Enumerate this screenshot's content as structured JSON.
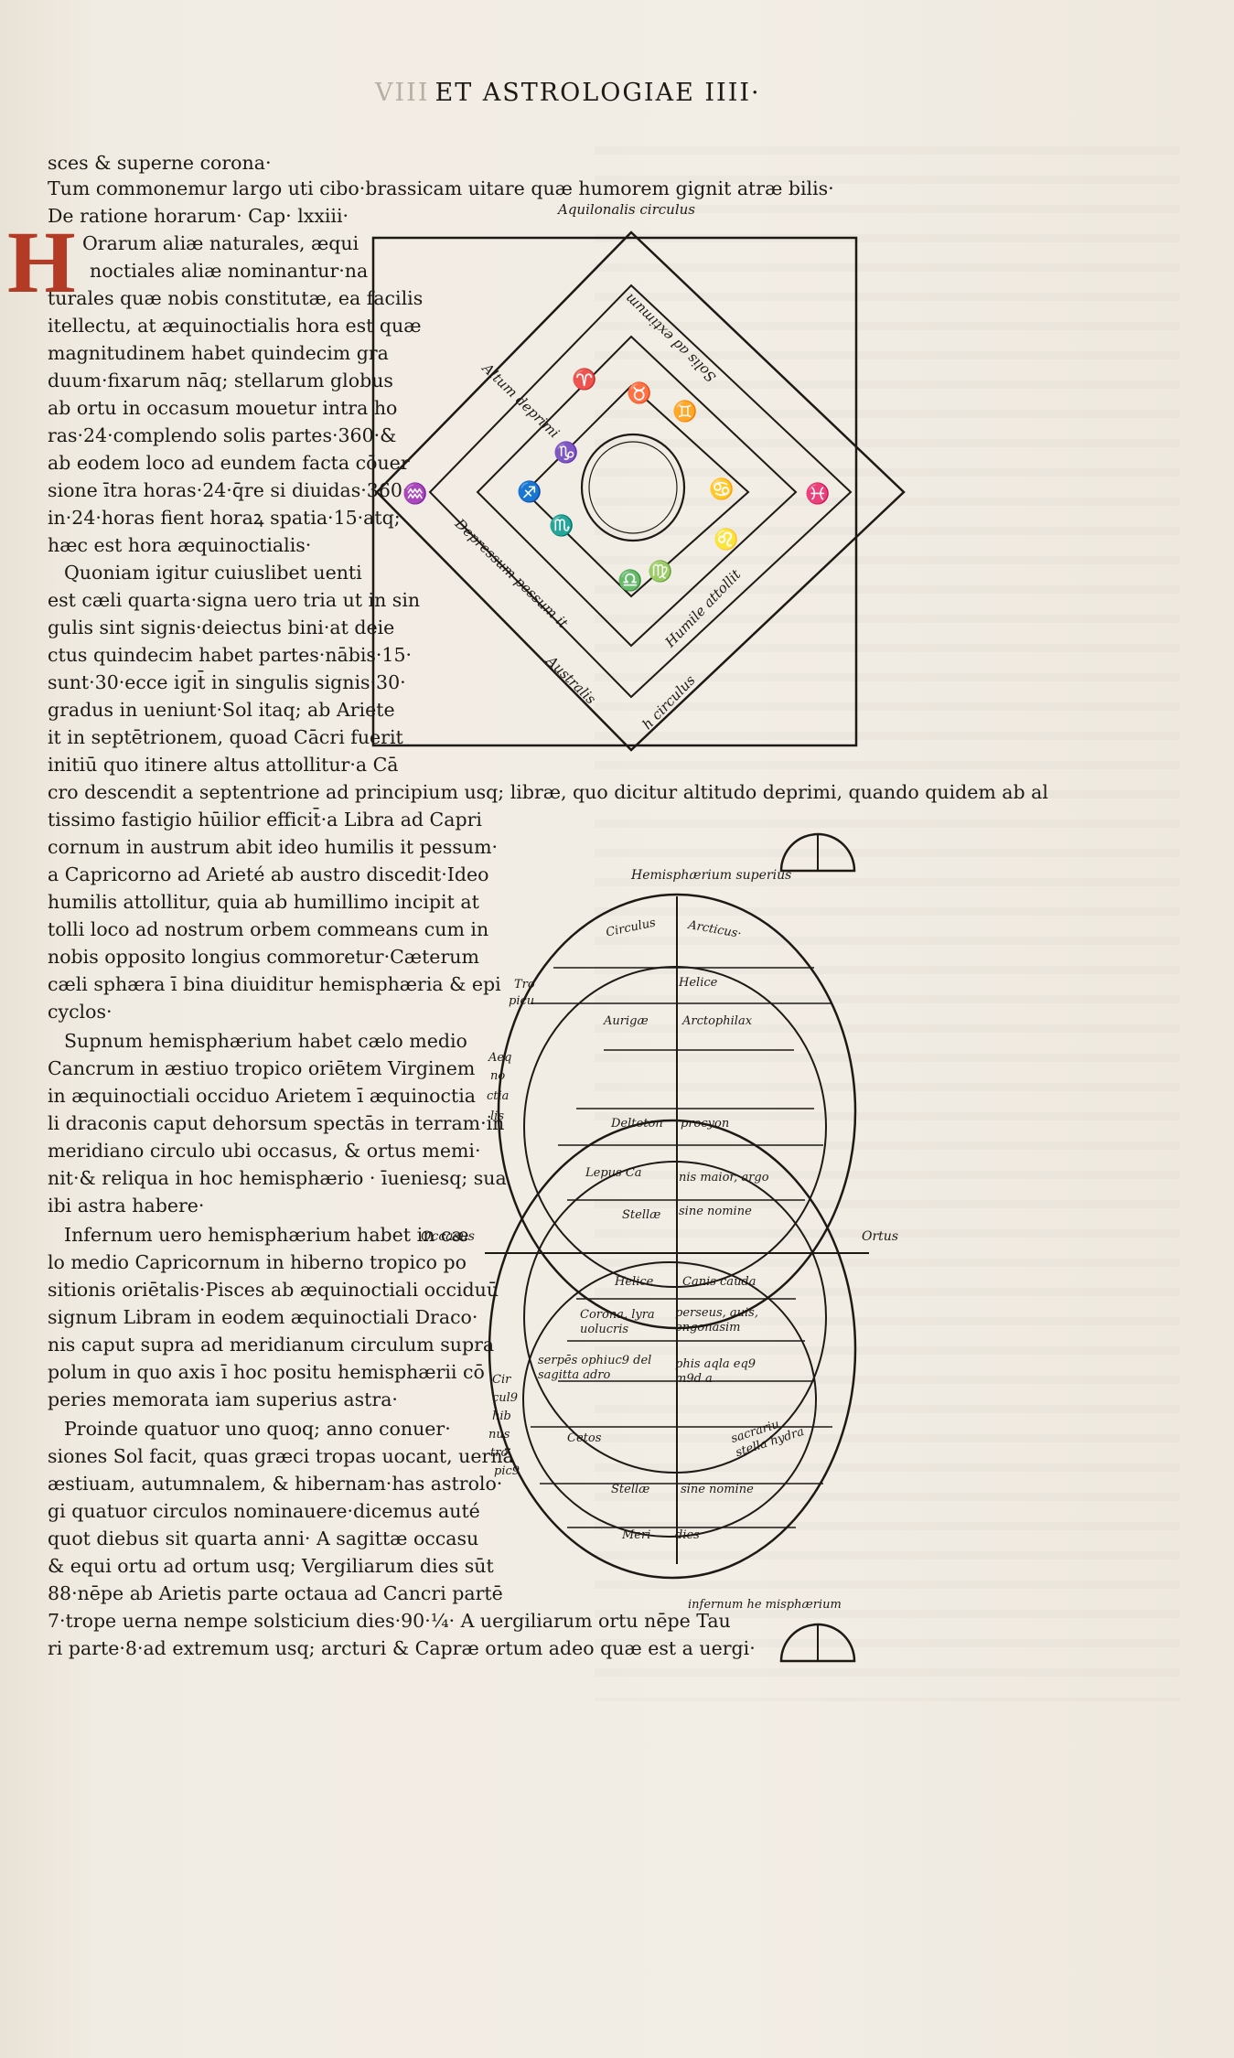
{
  "header": {
    "running_head": "ET ASTROLOGIAE IIII·",
    "faint_prefix": "VIII"
  },
  "dropcap": "H",
  "text_lines": [
    "sces & superne corona·",
    "Tum commonemur largo uti cibo·brassicam uitare quæ humorem gignit atræ bilis·",
    "De ratione horarum·  Cap· lxxiii·",
    "Orarum aliæ naturales, æqui",
    "noctiales aliæ nominantur·na",
    "turales quæ nobis constitutæ, ea facilis",
    "itellectu, at æquinoctialis hora est quæ",
    "magnitudinem habet quindecim gra",
    "duum·fixarum nāq; stellarum globus",
    "ab ortu in occasum mouetur intra ho",
    "ras·24·complendo solis partes·360·&",
    "ab eodem loco ad eundem facta cōuer",
    "sione ītra horas·24·q̄re si diuidas·360·",
    "in·24·horas fient horaꝝ spatia·15·atq;",
    "hæc est hora æquinoctialis·",
    "Quoniam igitur cuiuslibet uenti",
    "est cæli quarta·signa uero tria ut in sin",
    "gulis sint signis·deiectus bini·at deie",
    "ctus quindecim habet partes·nābis·15·",
    "sunt·30·ecce igit̄ in singulis signis·30·",
    "gradus in ueniunt·Sol itaq; ab Ariete",
    "it in septētrionem, quoad Cācri fuerit",
    "initiū quo itinere altus attollitur·a Cā",
    "cro descendit a septentrione ad principium usq; libræ, quo dicitur altitudo deprimi, quando quidem ab al",
    "tissimo fastigio hūilior efficit̄·a Libra ad Capri",
    "cornum in austrum abit ideo humilis it pessum·",
    "a Capricorno ad Arieté ab austro discedit·Ideo",
    "humilis attollitur, quia ab humillimo incipit at",
    "tolli loco ad nostrum orbem commeans cum in",
    "nobis opposito longius commoretur·Cæterum",
    "cæli sphæra ī bina diuiditur hemisphæria & epi",
    "cyclos·",
    "Supnum hemisphærium habet cælo medio",
    "Cancrum in æstiuo tropico oriētem Virginem",
    "in æquinoctiali occiduo Arietem ī æquinoctia",
    "li draconis caput dehorsum spectās in terram·in",
    "meridiano circulo ubi occasus, & ortus memi·",
    "nit·& reliqua in hoc hemisphærio · īueniesq; sua",
    "ibi astra habere·",
    "Infernum uero hemisphærium habet in cæ",
    "lo medio Capricornum in hiberno tropico po",
    "sitionis oriētalis·Pisces ab æquinoctiali occiduū",
    "signum Libram in eodem æquinoctiali Draco·",
    "nis caput supra ad meridianum circulum supra",
    "polum in quo axis ī hoc positu hemisphærii cō",
    "peries memorata iam superius astra·",
    "Proinde quatuor uno quoq; anno conuer·",
    "siones Sol facit, quas græci tropas uocant, uernā",
    "æstiuam, autumnalem, & hibernam·has astrolo·",
    "gi quatuor circulos nominauere·dicemus auté",
    "quot diebus sit quarta anni·  A sagittæ occasu",
    "& equi ortu ad ortum usq; Vergiliarum dies sūt",
    "88·nēpe ab Arietis parte octaua ad Cancri partē",
    "7·trope uerna nempe solsticium dies·90·¼· A uergiliarum ortu nēpe Tau",
    "ri parte·8·ad extremum usq; arcturi & Capræ ortum adeo quæ est a uergi·"
  ],
  "diagram1": {
    "top_label": "Aquilonalis circulus",
    "labels": {
      "a": "Altum deprimi",
      "b": "Solis ad extimum",
      "c": "Depressum pessum it",
      "d": "Humile attollit",
      "e": "Australis",
      "f": "h circulus"
    },
    "glyphs": [
      "♈",
      "♉",
      "♊",
      "♋",
      "♌",
      "♍",
      "♎",
      "♏",
      "♐",
      "♑",
      "♒",
      "♓"
    ]
  },
  "diagram2": {
    "label_top": "Hemisphærium superius",
    "label_bottom": "infernum he misphærium",
    "label_left": "Occasus",
    "label_right": "Ortus",
    "arc_top": [
      "Circulus",
      "Arcticus·"
    ],
    "side_left_top": [
      "Tro",
      "picu"
    ],
    "side_left_mid": [
      "Aeq",
      "no",
      "ctia",
      "lis"
    ],
    "side_left_bot": [
      "Cir",
      "cul9",
      "hib",
      "nus",
      "tro",
      "pic9"
    ],
    "upper_cells": [
      [
        "",
        "Helice"
      ],
      [
        "Aurigæ",
        "Arctophilax"
      ],
      [
        "Deltoton",
        "procyon"
      ],
      [
        "Lepus   Ca",
        "nis maior, argo"
      ],
      [
        "Stellæ",
        "sine nomine"
      ]
    ],
    "lower_cells": [
      [
        "Helice",
        "Canis cauda"
      ],
      [
        "Corona, lyra uolucris",
        "perseus, auis, engonasim"
      ],
      [
        "serpēs ophiuc9 del sagitta adro",
        "phis aqla eq9 m9d a"
      ],
      [
        "Cetos",
        "sacrariu stella hydra"
      ],
      [
        "Stellæ",
        "sine nomine"
      ],
      [
        "Meri",
        "dies"
      ]
    ]
  }
}
